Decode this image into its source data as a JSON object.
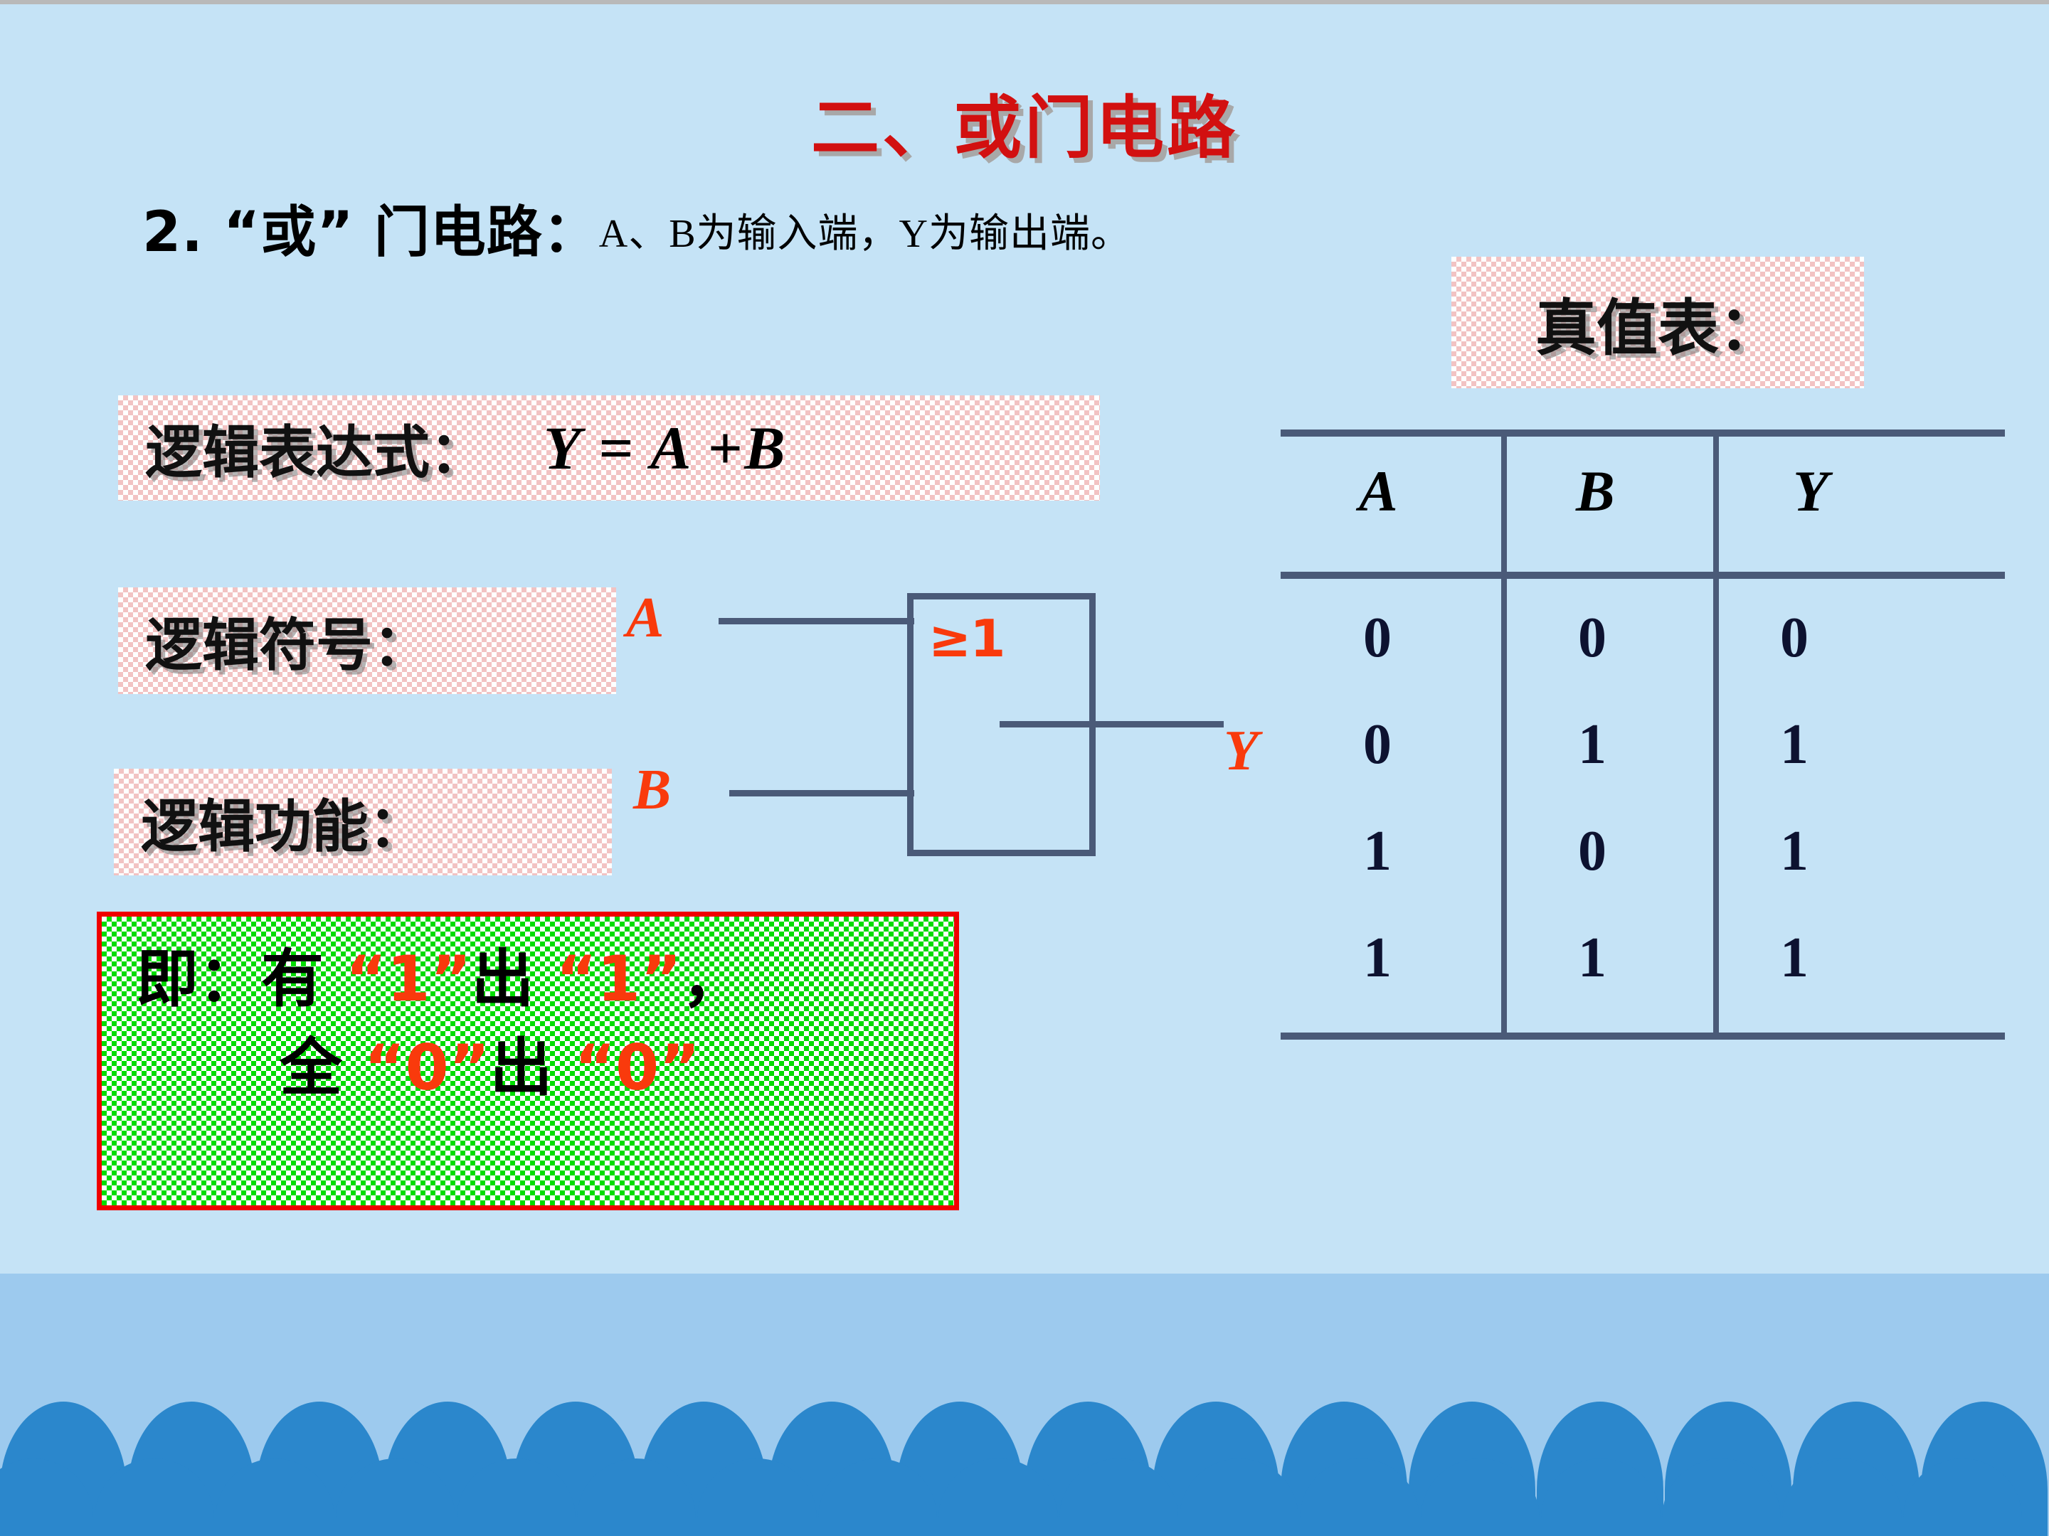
{
  "slide": {
    "title": "二、或门电路",
    "subheading_lead": "2. “或” 门电路：",
    "subheading_tail": "A、B为输入端，Y为输出端。"
  },
  "expression": {
    "label": "逻辑表达式：",
    "formula": "Y = A +B"
  },
  "symbol": {
    "label": "逻辑符号：",
    "input_a": "A",
    "input_b": "B",
    "output_y": "Y",
    "gate_tag": "≥1"
  },
  "function": {
    "label": "逻辑功能："
  },
  "conclusion": {
    "line1_pre": "即：有 ",
    "line1_q1": "“1”",
    "line1_mid": "出 ",
    "line1_q2": "“1”",
    "line1_post": "，",
    "line2_pre": "全 ",
    "line2_q1": "“0”",
    "line2_mid": "出 ",
    "line2_q2": "“0”"
  },
  "truth_table": {
    "title": "真值表：",
    "headers": [
      "A",
      "B",
      "Y"
    ],
    "rows": [
      [
        "0",
        "0",
        "0"
      ],
      [
        "0",
        "1",
        "1"
      ],
      [
        "1",
        "0",
        "1"
      ],
      [
        "1",
        "1",
        "1"
      ]
    ]
  },
  "colors": {
    "background": "#c5e3f6",
    "band": "#9dcaee",
    "arch": "#2b87cc",
    "title_red": "#d21010",
    "accent_orange": "#f93a0c",
    "line_slate": "#4a5a78",
    "green_fill": "#00dd00",
    "green_border": "#f00000",
    "pink_fill": "#f2c3c3"
  }
}
